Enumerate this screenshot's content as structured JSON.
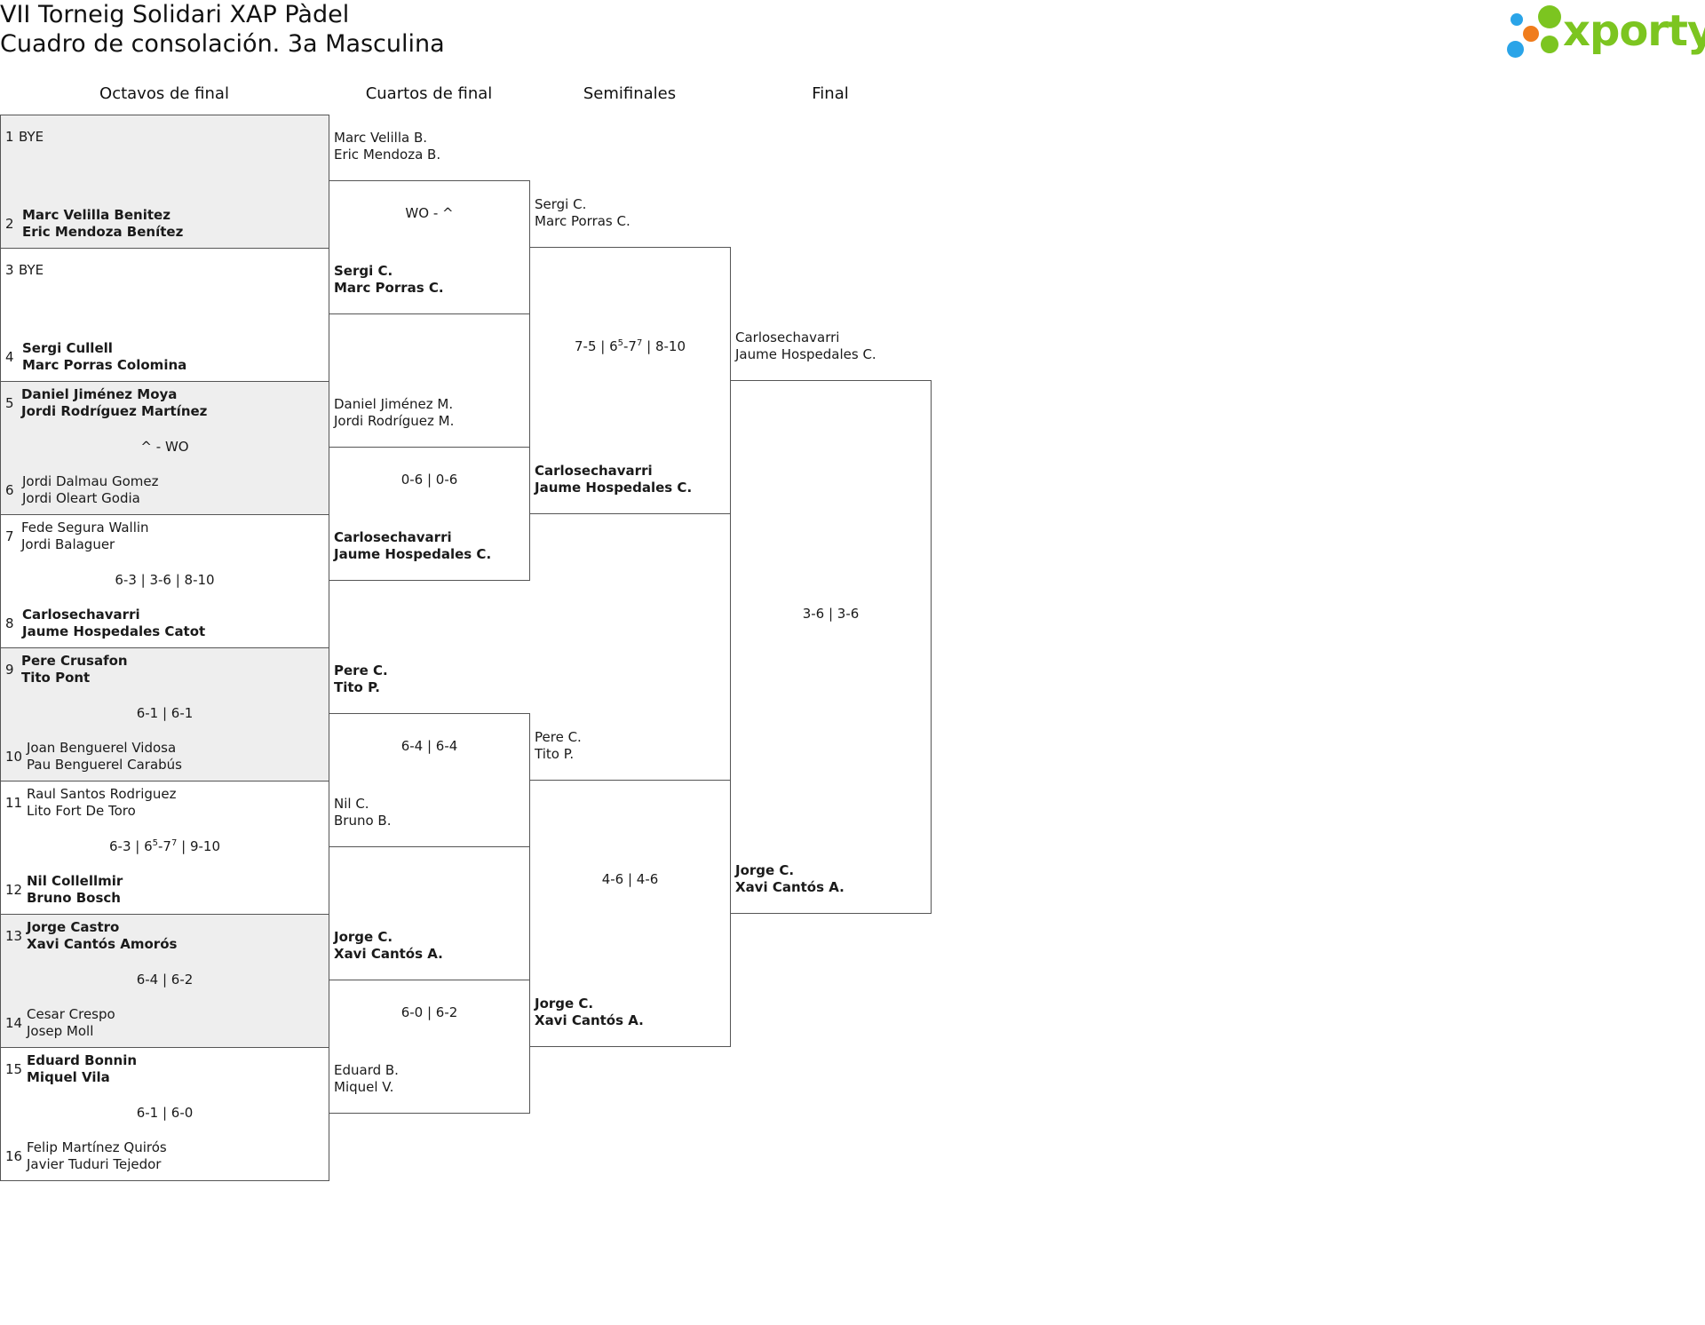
{
  "header": {
    "title": "VII Torneig Solidari XAP Pàdel",
    "subtitle": "Cuadro de consolación. 3a Masculina",
    "logo_text": "xporty",
    "logo_colors": [
      "#2aa4e8",
      "#f07c1c",
      "#7cc520"
    ]
  },
  "rounds": [
    "Octavos de final",
    "Cuartos de final",
    "Semifinales",
    "Final"
  ],
  "octavos": [
    {
      "seed_a": "1",
      "a": [
        "BYE"
      ],
      "a_win": false,
      "seed_b": "2",
      "b": [
        "Marc Velilla Benitez",
        "Eric Mendoza Benítez"
      ],
      "b_win": true,
      "score": ""
    },
    {
      "seed_a": "3",
      "a": [
        "BYE"
      ],
      "a_win": false,
      "seed_b": "4",
      "b": [
        "Sergi Cullell",
        "Marc Porras Colomina"
      ],
      "b_win": true,
      "score": ""
    },
    {
      "seed_a": "5",
      "a": [
        "Daniel Jiménez Moya",
        "Jordi Rodríguez Martínez"
      ],
      "a_win": true,
      "seed_b": "6",
      "b": [
        "Jordi Dalmau Gomez",
        "Jordi Oleart Godia"
      ],
      "b_win": false,
      "score": "^ - WO"
    },
    {
      "seed_a": "7",
      "a": [
        "Fede Segura Wallin",
        "Jordi Balaguer"
      ],
      "a_win": false,
      "seed_b": "8",
      "b": [
        "Carlosechavarri",
        "Jaume Hospedales Catot"
      ],
      "b_win": true,
      "score": "6-3 | 3-6 | 8-10"
    },
    {
      "seed_a": "9",
      "a": [
        "Pere Crusafon",
        "Tito Pont"
      ],
      "a_win": true,
      "seed_b": "10",
      "b": [
        "Joan Benguerel Vidosa",
        "Pau Benguerel Carabús"
      ],
      "b_win": false,
      "score": "6-1 | 6-1"
    },
    {
      "seed_a": "11",
      "a": [
        "Raul Santos Rodriguez",
        "Lito Fort De Toro"
      ],
      "a_win": false,
      "seed_b": "12",
      "b": [
        "Nil Collellmir",
        "Bruno Bosch"
      ],
      "b_win": true,
      "score_html": "6-3 | 6<sup>5</sup>-7<sup>7</sup> | 9-10",
      "score": "6-3 | 65-77 | 9-10"
    },
    {
      "seed_a": "13",
      "a": [
        "Jorge Castro",
        "Xavi Cantós Amorós"
      ],
      "a_win": true,
      "seed_b": "14",
      "b": [
        "Cesar Crespo",
        "Josep Moll"
      ],
      "b_win": false,
      "score": "6-4 | 6-2"
    },
    {
      "seed_a": "15",
      "a": [
        "Eduard Bonnin",
        "Miquel Vila"
      ],
      "a_win": true,
      "seed_b": "16",
      "b": [
        "Felip Martínez Quirós",
        "Javier Tuduri Tejedor"
      ],
      "b_win": false,
      "score": "6-1 | 6-0"
    }
  ],
  "cuartos": [
    {
      "a": [
        "Marc Velilla B.",
        "Eric Mendoza B."
      ],
      "a_win": false,
      "b": [
        "Sergi C.",
        "Marc Porras C."
      ],
      "b_win": true,
      "score": "WO - ^"
    },
    {
      "a": [
        "Daniel Jiménez M.",
        "Jordi Rodríguez M."
      ],
      "a_win": false,
      "b": [
        "Carlosechavarri",
        "Jaume Hospedales C."
      ],
      "b_win": true,
      "score": "0-6 | 0-6"
    },
    {
      "a": [
        "Pere C.",
        "Tito P."
      ],
      "a_win": true,
      "b": [
        "Nil C.",
        "Bruno B."
      ],
      "b_win": false,
      "score": "6-4 | 6-4"
    },
    {
      "a": [
        "Jorge C.",
        "Xavi Cantós A."
      ],
      "a_win": true,
      "b": [
        "Eduard B.",
        "Miquel V."
      ],
      "b_win": false,
      "score": "6-0 | 6-2"
    }
  ],
  "semis": [
    {
      "a": [
        "Sergi C.",
        "Marc Porras C."
      ],
      "a_win": false,
      "b": [
        "Carlosechavarri",
        "Jaume Hospedales C."
      ],
      "b_win": true,
      "score": "7-5 | 65-77 | 8-10",
      "score_html": "7-5 | 6<sup>5</sup>-7<sup>7</sup> | 8-10"
    },
    {
      "a": [
        "Pere C.",
        "Tito P."
      ],
      "a_win": false,
      "b": [
        "Jorge C.",
        "Xavi Cantós A."
      ],
      "b_win": true,
      "score": "4-6 | 4-6"
    }
  ],
  "final": {
    "a": [
      "Carlosechavarri",
      "Jaume Hospedales C."
    ],
    "a_win": false,
    "b": [
      "Jorge C.",
      "Xavi Cantós A."
    ],
    "b_win": true,
    "score": "3-6 | 3-6"
  }
}
